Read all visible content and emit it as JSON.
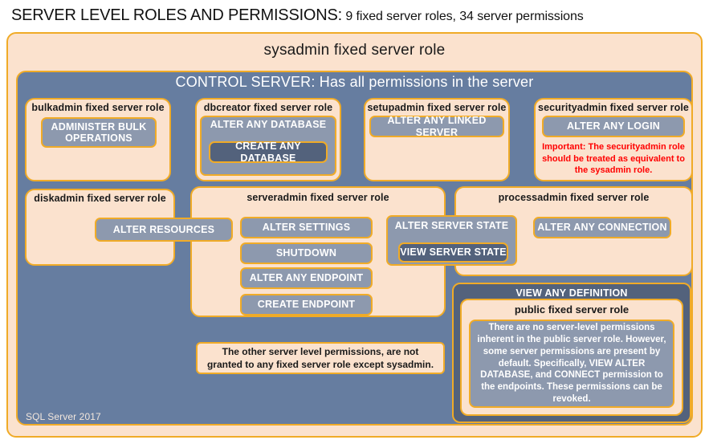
{
  "title": {
    "main": "SERVER LEVEL ROLES AND PERMISSIONS:",
    "sub": " 9 fixed server roles, 34 server permissions"
  },
  "sysadmin": {
    "label": "sysadmin  fixed  server  role"
  },
  "control_server": {
    "label": "CONTROL SERVER: Has all permissions in the server"
  },
  "roles": {
    "bulkadmin": {
      "title": "bulkadmin  fixed server role",
      "permission": "ADMINISTER  BULK OPERATIONS"
    },
    "dbcreator": {
      "title": "dbcreator fixed server role",
      "permission_outer": "ALTER  ANY  DATABASE",
      "permission_inner": "CREATE  ANY  DATABASE"
    },
    "setupadmin": {
      "title": "setupadmin  fixed server role",
      "permission": "ALTER ANY LINKED SERVER"
    },
    "securityadmin": {
      "title": "securityadmin  fixed server role",
      "permission": "ALTER ANY LOGIN",
      "note": "Important:  The securityadmin role should  be treated as equivalent to the sysadmin role."
    },
    "diskadmin": {
      "title": "diskadmin  fixed server role",
      "permission": "ALTER RESOURCES"
    },
    "serveradmin": {
      "title": "serveradmin fixed server role",
      "permissions": [
        "ALTER SETTINGS",
        "SHUTDOWN",
        "ALTER ANY ENDPOINT",
        "CREATE  ENDPOINT"
      ],
      "permission_outer": "ALTER  SERVER  STATE",
      "permission_inner": "VIEW  SERVER  STATE"
    },
    "processadmin": {
      "title": "processadmin  fixed server role",
      "permission": "ALTER ANY CONNECTION"
    },
    "public": {
      "view_any_definition": "VIEW  ANY  DEFINITION",
      "title": "public  fixed server role",
      "note": "There are no server-level permissions inherent in the public server role. However, some server permissions are present by default. Specifically, VIEW ALTER DATABASE, and CONNECT permission to the endpoints. These permissions can be revoked."
    }
  },
  "notes": {
    "other_permissions": "The other server level permissions,  are not granted to any fixed server role except sysadmin."
  },
  "footer": {
    "label": "SQL Server 2017"
  },
  "colors": {
    "background_blue": "#667da0",
    "cream": "#fbe2ce",
    "border_gold": "#f0ab27",
    "permission_gray": "#8d99ae",
    "permission_dark": "#53627c",
    "alert_red": "#ff0000"
  }
}
